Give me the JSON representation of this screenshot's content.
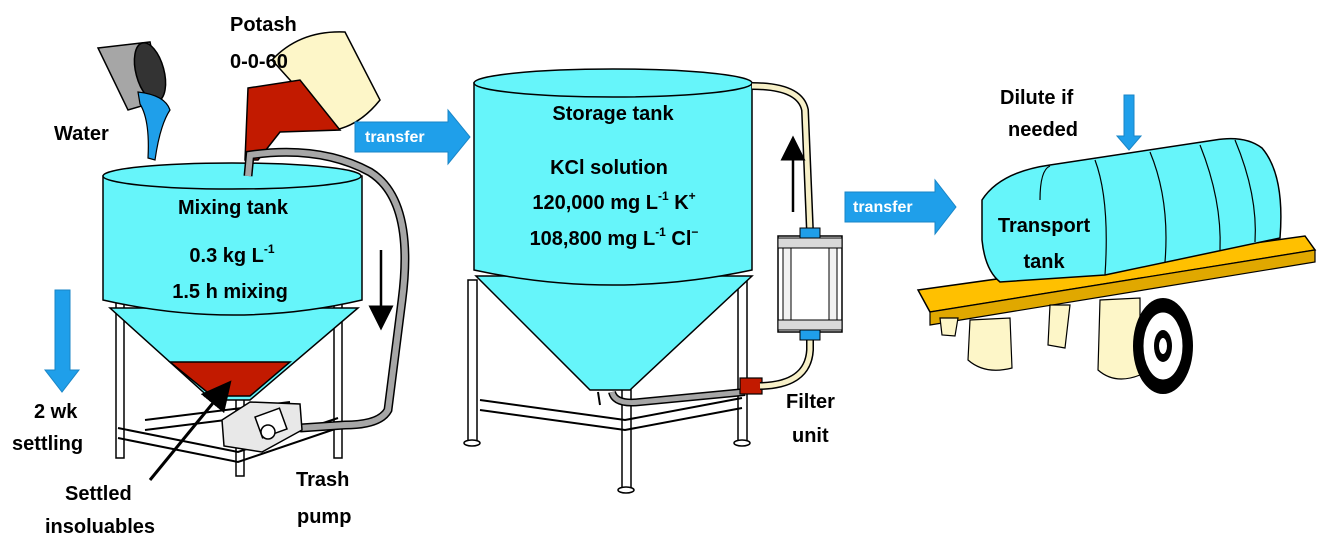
{
  "labels": {
    "potash_line1": "Potash",
    "potash_line2": "0-0-60",
    "water": "Water",
    "mixing_title": "Mixing tank",
    "mixing_conc": "0.3 kg L",
    "mixing_conc_sup": "-1",
    "mixing_time": "1.5 h mixing",
    "settling_line1": "2 wk",
    "settling_line2": "settling",
    "settled_line1": "Settled",
    "settled_line2": "insoluables",
    "trash_line1": "Trash",
    "trash_line2": "pump",
    "transfer_1": "transfer",
    "storage_title": "Storage tank",
    "storage_solution": "KCl solution",
    "storage_k_value": "120,000 mg L",
    "storage_k_sup": "-1",
    "storage_k_ion": " K",
    "storage_k_charge": "+",
    "storage_cl_value": "108,800 mg L",
    "storage_cl_sup": "-1",
    "storage_cl_ion": " Cl",
    "storage_cl_charge": "−",
    "filter_line1": "Filter",
    "filter_line2": "unit",
    "transfer_2": "transfer",
    "dilute_line1": "Dilute if",
    "dilute_line2": "needed",
    "transport_line1": "Transport",
    "transport_line2": "tank"
  },
  "colors": {
    "tank_fill": "#66f5fa",
    "arrow_blue": "#1f9fea",
    "sediment_red": "#c21a00",
    "potash_bag": "#fdf6c8",
    "trailer_deck": "#ffc000",
    "hose_grey": "#a6a6a6",
    "hose_cream": "#f7f0c8"
  }
}
